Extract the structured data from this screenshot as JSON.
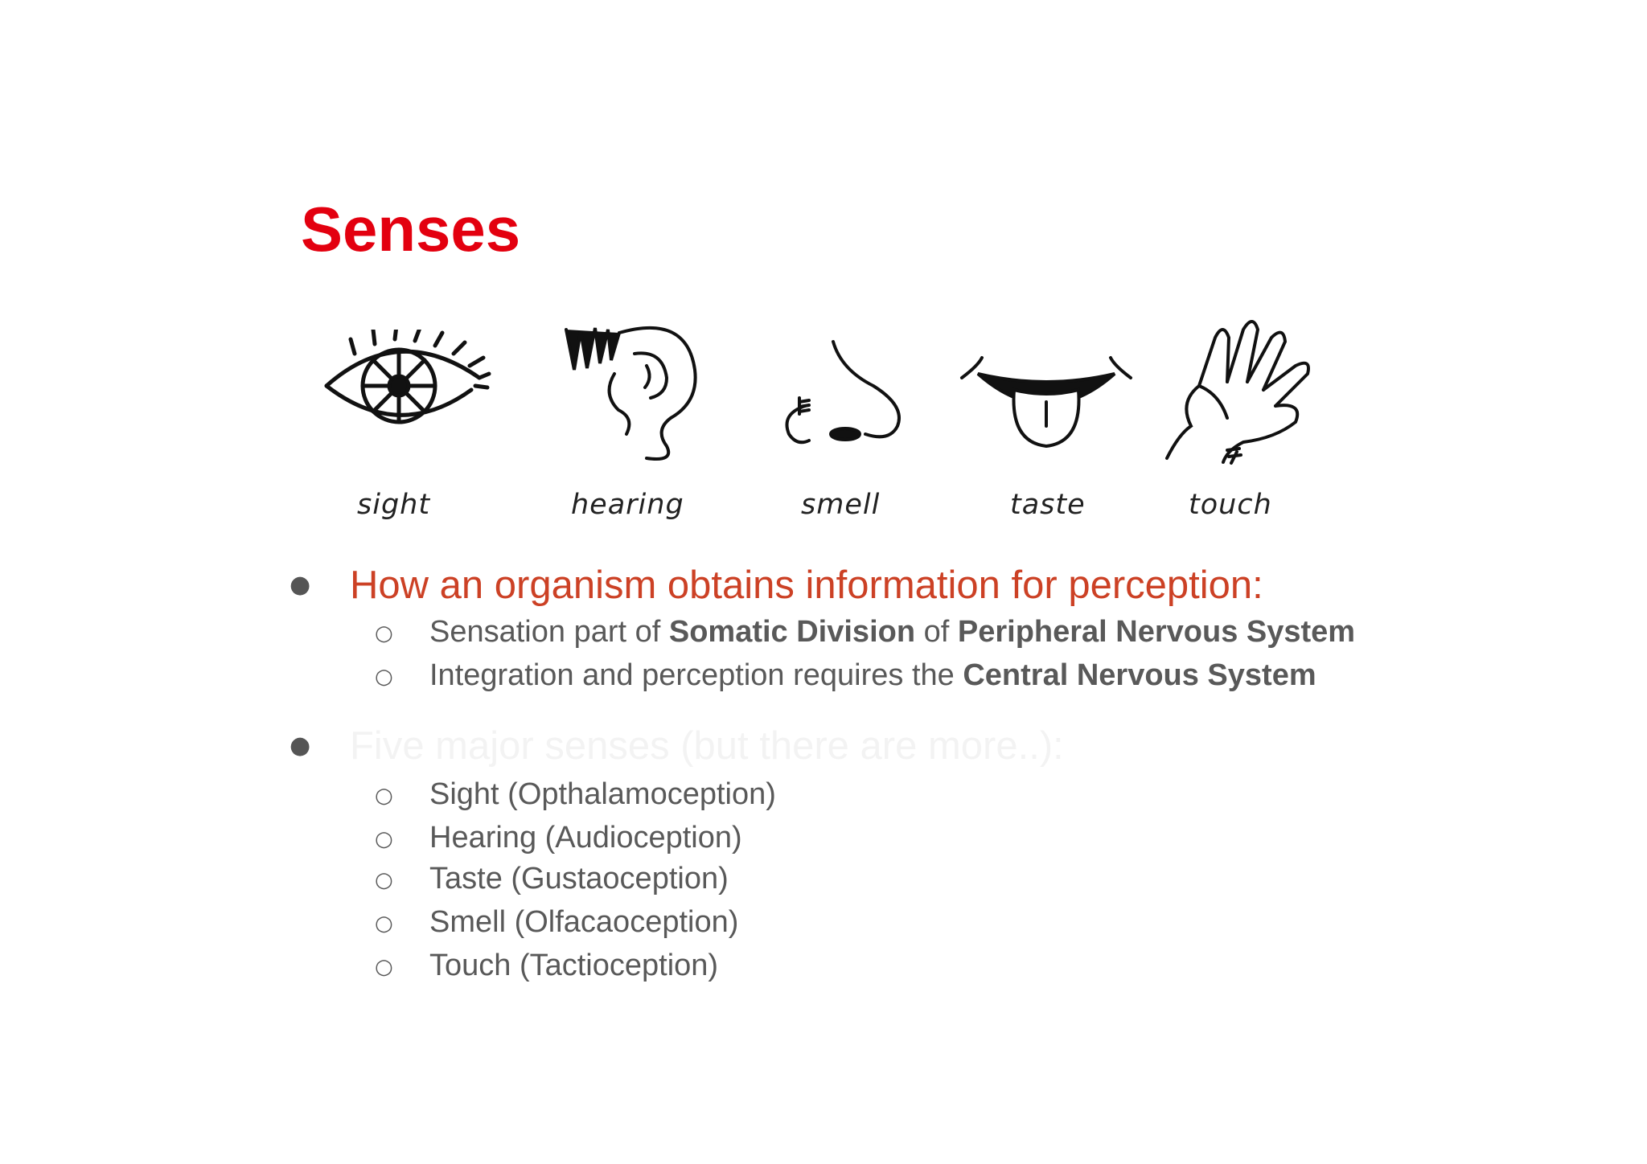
{
  "title": "Senses",
  "senses": [
    {
      "label": "sight",
      "icon": "eye-icon"
    },
    {
      "label": "hearing",
      "icon": "ear-icon"
    },
    {
      "label": "smell",
      "icon": "nose-icon"
    },
    {
      "label": "taste",
      "icon": "mouth-icon"
    },
    {
      "label": "touch",
      "icon": "hand-icon"
    }
  ],
  "bullets": [
    {
      "text": "How an organism obtains information for perception:",
      "sub": [
        {
          "parts": [
            "Sensation part of ",
            "Somatic Division",
            " of ",
            "Peripheral Nervous System"
          ]
        },
        {
          "parts": [
            "Integration and perception requires the ",
            "Central Nervous System"
          ]
        }
      ]
    },
    {
      "text": "Five major senses (but there are more..):",
      "sub": [
        {
          "text": "Sight (Opthalamoception)"
        },
        {
          "text": "Hearing (Audioception)"
        },
        {
          "text": "Taste (Gustaoception)"
        },
        {
          "text": "Smell (Olfacaoception)"
        },
        {
          "text": "Touch (Tactioception)"
        }
      ]
    }
  ],
  "colors": {
    "title": "#e3000f",
    "bullet_1": "#cc4125",
    "bullet_2": "#f3f3f3",
    "sub_text": "#595959"
  }
}
